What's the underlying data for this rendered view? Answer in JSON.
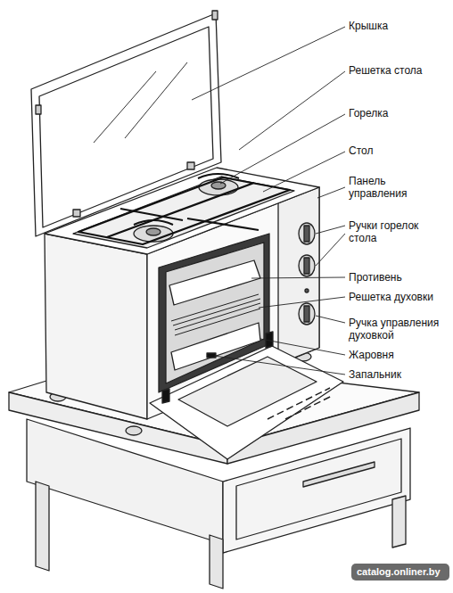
{
  "diagram": {
    "labels": [
      "Крышка",
      "Решетка стола",
      "Горелка",
      "Стол",
      "Панель управления",
      "Ручки горелок стола",
      "Противень",
      "Решетка духовки",
      "Ручка управления духовкой",
      "Жаровня",
      "Запальник",
      "catalog.onliner.by"
    ]
  }
}
